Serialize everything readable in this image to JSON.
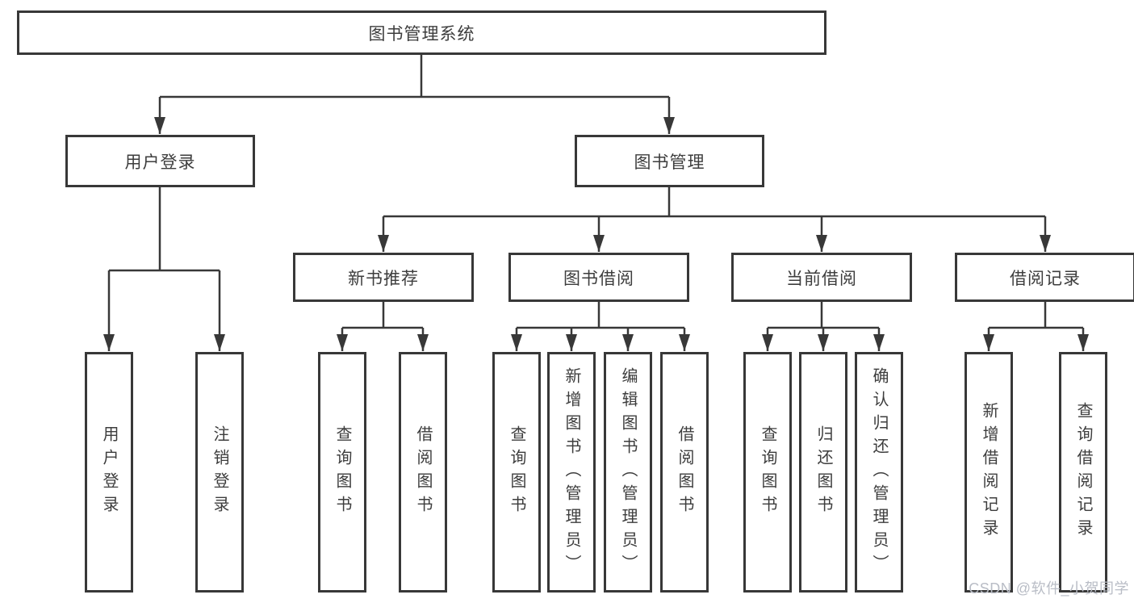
{
  "diagram": {
    "root": {
      "label": "图书管理系统",
      "children": [
        {
          "label": "用户登录",
          "children": [
            {
              "label": "用户登录"
            },
            {
              "label": "注销登录"
            }
          ]
        },
        {
          "label": "图书管理",
          "children": [
            {
              "label": "新书推荐",
              "children": [
                {
                  "label": "查询图书"
                },
                {
                  "label": "借阅图书"
                }
              ]
            },
            {
              "label": "图书借阅",
              "children": [
                {
                  "label": "查询图书"
                },
                {
                  "label": "新增图书（管理员）"
                },
                {
                  "label": "编辑图书（管理员）"
                },
                {
                  "label": "借阅图书"
                }
              ]
            },
            {
              "label": "当前借阅",
              "children": [
                {
                  "label": "查询图书"
                },
                {
                  "label": "归还图书"
                },
                {
                  "label": "确认归还（管理员）"
                }
              ]
            },
            {
              "label": "借阅记录",
              "children": [
                {
                  "label": "新增借阅记录"
                },
                {
                  "label": "查询借阅记录"
                }
              ]
            }
          ]
        }
      ]
    }
  },
  "watermark": {
    "text": "CSDN @软件_小贺同学"
  },
  "colors": {
    "line": "#383838",
    "box_border": "#383838",
    "text": "#3d3d3d",
    "background": "#ffffff",
    "watermark": "#b9bdc6"
  }
}
